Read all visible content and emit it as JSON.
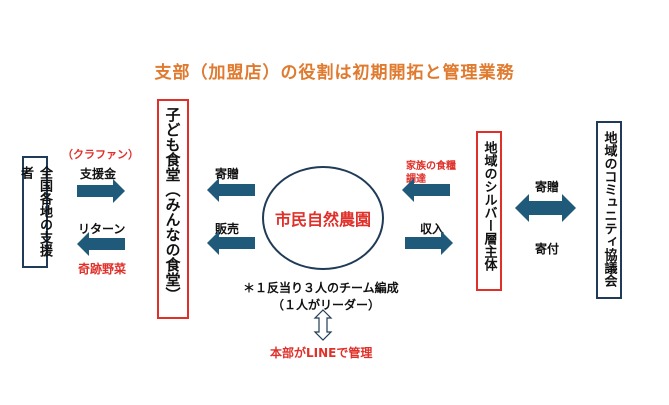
{
  "title": "支部（加盟店）の役割は初期開拓と管理業務",
  "supporters_box": "全国各地の支援者",
  "kodomo_box": {
    "main": "子ども食堂",
    "sub": "（みんなの食堂）"
  },
  "farm_ellipse": "市民自然農園",
  "silver_box": "地域のシルバー層主体",
  "community_box": "地域のコミュニティ協議会",
  "labels": {
    "crowdfunding": "（クラファン）",
    "support_money": "支援金",
    "return": "リターン",
    "miracle_veg": "奇跡野菜",
    "donation_left": "寄贈",
    "sales": "販売",
    "family_food": "家族の食糧",
    "procurement": "調達",
    "income": "収入",
    "donation_right": "寄贈",
    "contribution": "寄付",
    "team_note": "＊１反当り３人のチーム編成",
    "leader_note": "（１人がリーダー）",
    "line_mgmt": "本部がLINEで管理"
  },
  "colors": {
    "navy": "#1f3b57",
    "arrow": "#1f5a7a",
    "red": "#e0302a",
    "orange": "#e07a2f"
  }
}
